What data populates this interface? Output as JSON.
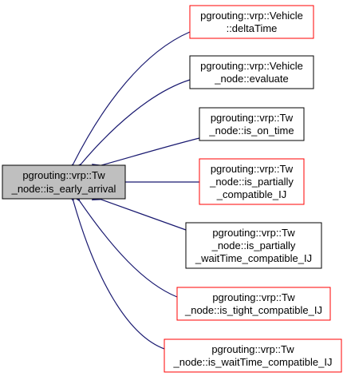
{
  "colors": {
    "edge": "#191970",
    "center_fill": "#bfbfbf",
    "center_border": "#000000",
    "red_border": "#ff0000",
    "black_border": "#000000",
    "node_fill": "#ffffff"
  },
  "center_node": {
    "lines": [
      "pgrouting::vrp::Tw",
      "_node::is_early_arrival"
    ]
  },
  "callers": [
    {
      "lines": [
        "pgrouting::vrp::Vehicle",
        "::deltaTime"
      ],
      "border": "red"
    },
    {
      "lines": [
        "pgrouting::vrp::Vehicle",
        "_node::evaluate"
      ],
      "border": "black"
    },
    {
      "lines": [
        "pgrouting::vrp::Tw",
        "_node::is_on_time"
      ],
      "border": "black"
    },
    {
      "lines": [
        "pgrouting::vrp::Tw",
        "_node::is_partially",
        "_compatible_IJ"
      ],
      "border": "red"
    },
    {
      "lines": [
        "pgrouting::vrp::Tw",
        "_node::is_partially",
        "_waitTime_compatible_IJ"
      ],
      "border": "black"
    },
    {
      "lines": [
        "pgrouting::vrp::Tw",
        "_node::is_tight_compatible_IJ"
      ],
      "border": "red"
    },
    {
      "lines": [
        "pgrouting::vrp::Tw",
        "_node::is_waitTime_compatible_IJ"
      ],
      "border": "red"
    }
  ]
}
